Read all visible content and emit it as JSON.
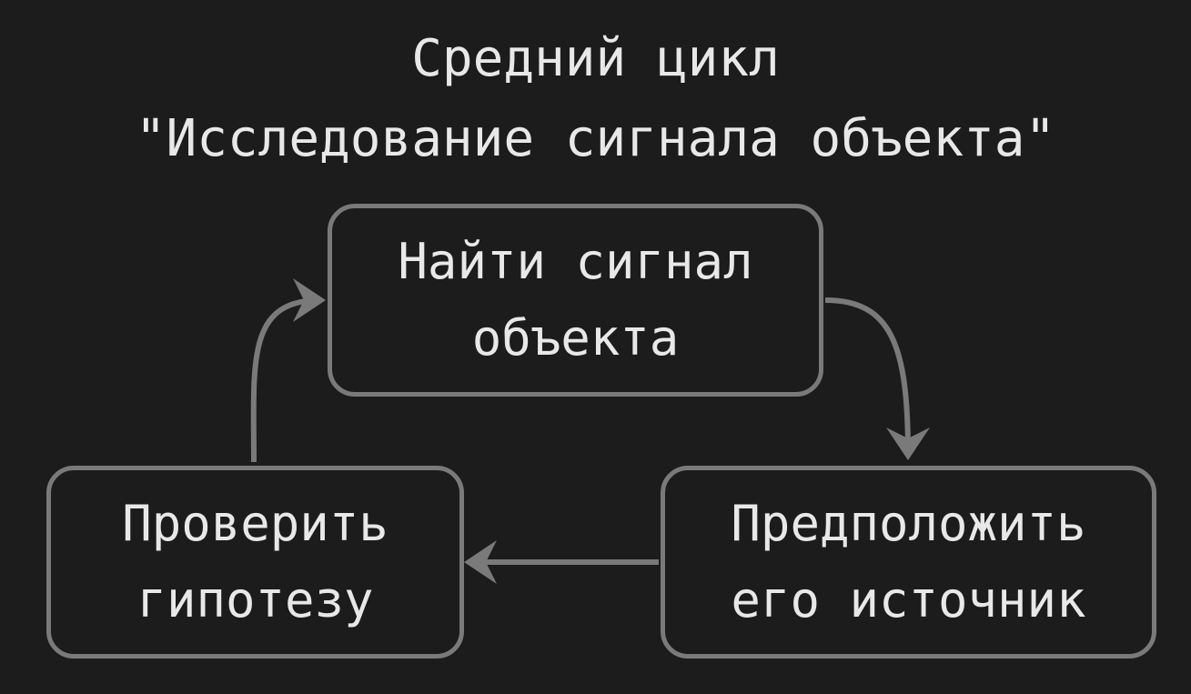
{
  "title": {
    "line1": "Средний цикл",
    "line2": "\"Исследование сигнала объекта\""
  },
  "nodes": {
    "find": {
      "l1": "Найти сигнал",
      "l2": "объекта"
    },
    "suppose": {
      "l1": "Предположить",
      "l2": "его источник"
    },
    "check": {
      "l1": "Проверить",
      "l2": "гипотезу"
    }
  },
  "colors": {
    "bg": "#1c1c1c",
    "stroke": "#7a7a7a",
    "text": "#e8e8e8"
  }
}
